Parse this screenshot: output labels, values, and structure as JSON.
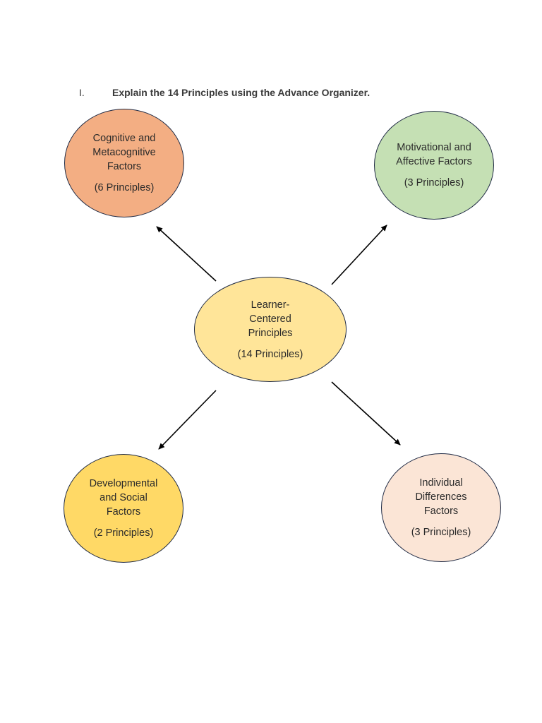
{
  "heading": {
    "number": "I.",
    "text": "Explain the 14 Principles using the Advance Organizer."
  },
  "nodes": {
    "center": {
      "title": "Learner-\nCentered\nPrinciples",
      "count": "(14 Principles)",
      "color": "#ffe599"
    },
    "cognitive": {
      "title": "Cognitive and\nMetacognitive\nFactors",
      "count": "(6 Principles)",
      "color": "#f3ae83"
    },
    "motivational": {
      "title": "Motivational and\nAffective Factors",
      "count": "(3 Principles)",
      "color": "#c5e0b4"
    },
    "developmental": {
      "title": "Developmental\nand Social\nFactors",
      "count": "(2 Principles)",
      "color": "#ffd966"
    },
    "individual": {
      "title": "Individual\nDifferences\nFactors",
      "count": "(3 Principles)",
      "color": "#fbe5d6"
    }
  },
  "colors": {
    "outline": "#1f2a44",
    "arrow": "#000000"
  }
}
